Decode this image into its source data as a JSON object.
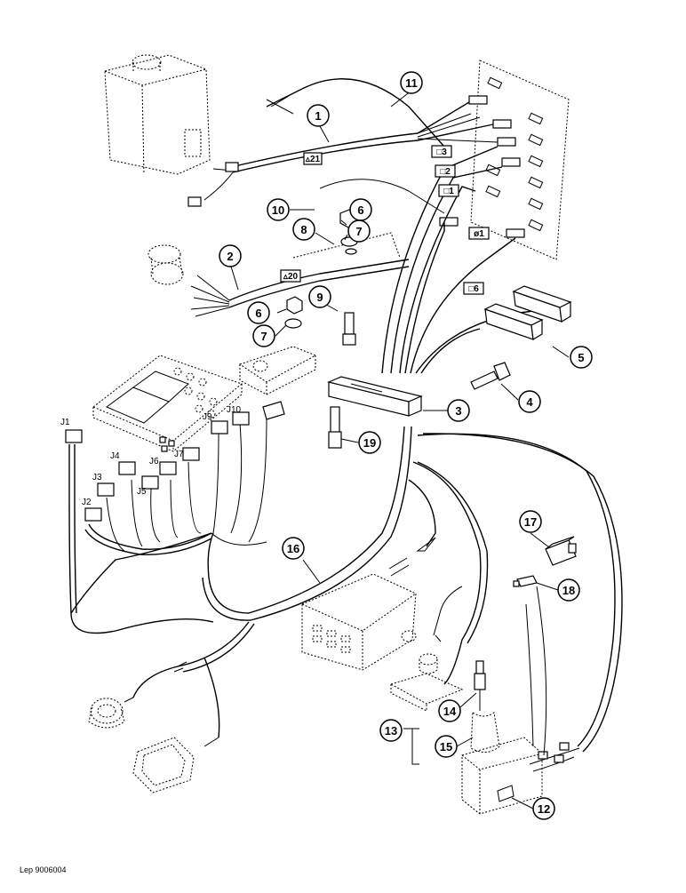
{
  "callouts": [
    "1",
    "2",
    "3",
    "4",
    "5",
    "6",
    "7",
    "8",
    "9",
    "10",
    "11",
    "12",
    "13",
    "14",
    "15",
    "16",
    "17",
    "18",
    "19"
  ],
  "callout_6b": "6",
  "callout_7b": "7",
  "connector_labels": [
    "J1",
    "J2",
    "J3",
    "J4",
    "J5",
    "J6",
    "J7",
    "J9",
    "J10"
  ],
  "boxed_labels": {
    "a21": "▵21",
    "a20": "▵20",
    "b3": "□3",
    "b2": "□2",
    "b1": "□1",
    "o1": "ø1",
    "b6": "□6"
  },
  "footer": "Lep 9006004"
}
